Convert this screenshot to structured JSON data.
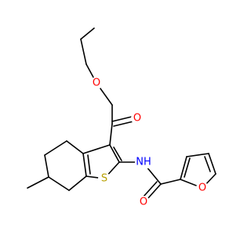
{
  "molecule": {
    "atom_labels": {
      "O_ether": "O",
      "O_carbonyl": "O",
      "NH": "NH",
      "S": "S",
      "O_amide": "O",
      "O_furan": "O"
    },
    "colors": {
      "bond": "#000000",
      "oxygen": "#ff0000",
      "nitrogen": "#0000ff",
      "sulfur": "#b8a000"
    }
  }
}
